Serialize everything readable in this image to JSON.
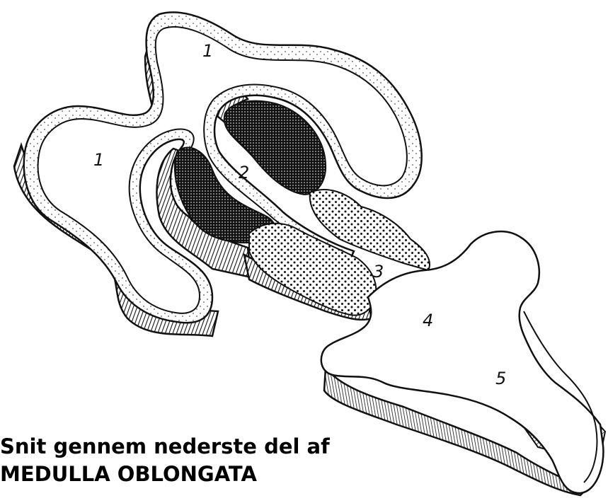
{
  "labels": {
    "cerebrum_upper": "1",
    "cerebrum_left": "1",
    "diencephalon": "2",
    "midbrain": "3",
    "pons": "4",
    "medulla": "5"
  },
  "caption": {
    "line1": "Snit gennem nederste del af",
    "line2": "MEDULLA OBLONGATA"
  }
}
